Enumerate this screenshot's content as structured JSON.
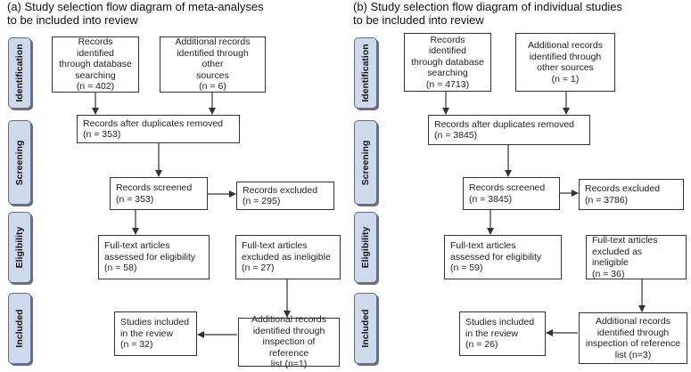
{
  "panels": [
    {
      "title": "(a) Study selection flow diagram of meta-analyses\nto be included into review",
      "stages": [
        "Identification",
        "Screening",
        "Eligibility",
        "Included"
      ],
      "db_records": "Records identified\nthrough database\nsearching\n(n = 402)",
      "other_records": "Additional records\nidentified through other\nsources\n(n = 6)",
      "after_dup": "Records after duplicates removed\n(n = 353)",
      "screened": "Records screened\n(n = 353)",
      "excluded": "Records excluded\n(n = 295)",
      "fulltext": "Full-text articles\nassessed for eligibility\n(n = 58)",
      "fulltext_excluded": "Full-text articles\nexcluded as ineligible\n(n = 27)",
      "included": "Studies included\nin the review\n(n = 32)",
      "additional": "Additional records\nidentified through\ninspection of reference\nlist (n=1)"
    },
    {
      "title": "(b) Study selection flow diagram of individual studies\nto be included into review",
      "stages": [
        "Identification",
        "Screening",
        "Eligibility",
        "Included"
      ],
      "db_records": "Records identified\nthrough database\nsearching\n(n = 4713)",
      "other_records": "Additional records\nidentified through\nother sources\n(n = 1)",
      "after_dup": "Records after duplicates removed\n(n = 3845)",
      "screened": "Records screened\n(n = 3845)",
      "excluded": "Records excluded\n(n = 3786)",
      "fulltext": "Full-text articles\nassessed for eligibility\n(n = 59)",
      "fulltext_excluded": "Full-text articles\nexcluded as ineligible\n(n = 36)",
      "included": "Studies included\nin the review\n(n = 26)",
      "additional": "Additional records\nidentified through\ninspection of reference\nlist (n=3)"
    }
  ],
  "colors": {
    "stage_fill": "#cfd9ec",
    "stage_border": "#5b6f96",
    "line": "#333333"
  }
}
